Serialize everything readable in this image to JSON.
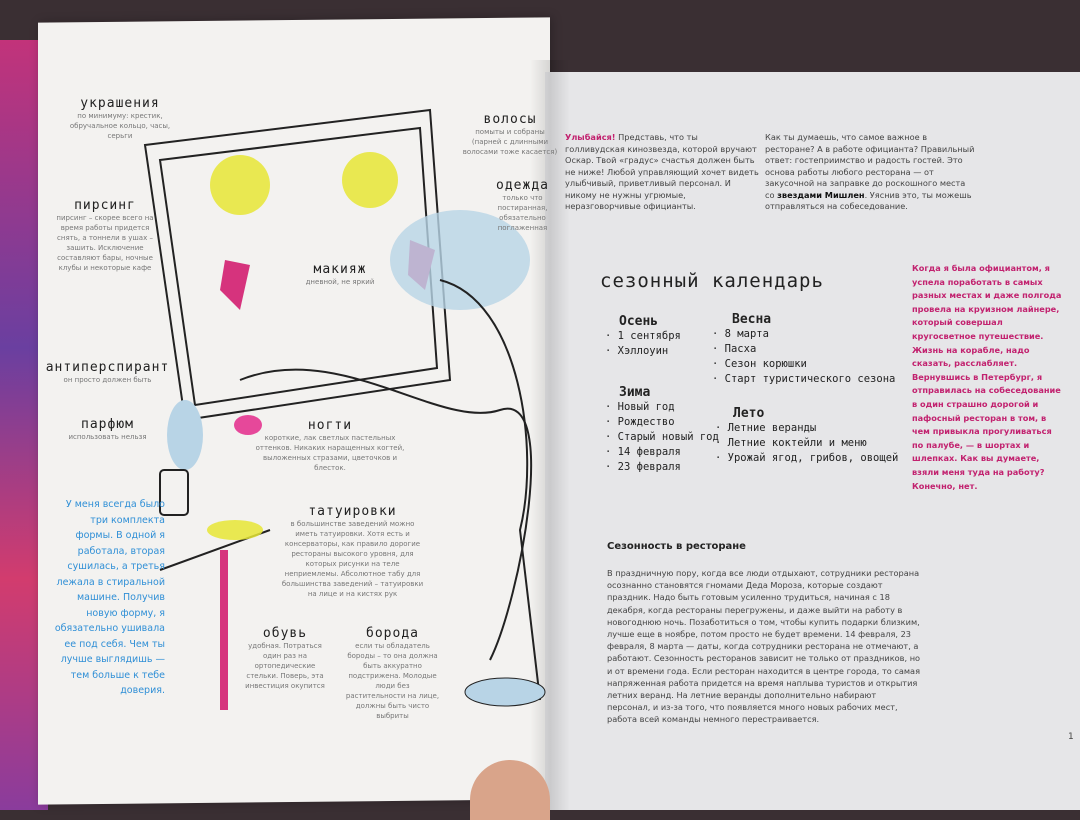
{
  "left_page": {
    "sections": [
      {
        "title": "украшения",
        "text": "по минимуму: крестик, обручальное кольцо, часы, серьги"
      },
      {
        "title": "пирсинг",
        "text": "пирсинг – скорее всего на время работы придется снять, а тоннели в ушах – зашить. Исключение составляют бары, ночные клубы и некоторые кафе"
      },
      {
        "title": "антиперспирант",
        "text": "он просто должен быть"
      },
      {
        "title": "парфюм",
        "text": "использовать нельзя"
      },
      {
        "title": "волосы",
        "text": "помыты и собраны (парней с длинными волосами тоже касается)"
      },
      {
        "title": "одежда",
        "text": "только что постиранная, обязательно поглаженная"
      },
      {
        "title": "макияж",
        "text": "дневной, не яркий"
      },
      {
        "title": "ногти",
        "text": "короткие, лак светлых пастельных оттенков. Никаких наращенных когтей, выложенных стразами, цветочков и блесток."
      },
      {
        "title": "татуировки",
        "text": "в большинстве заведений можно иметь татуировки. Хотя есть и консерваторы, как правило дорогие рестораны высокого уровня, для которых рисунки на теле неприемлемы. Абсолютное табу для большинства заведений – татуировки на лице и на кистях рук"
      },
      {
        "title": "обувь",
        "text": "удобная. Потраться один раз на ортопедические стельки. Поверь, эта инвестиция окупится"
      },
      {
        "title": "борода",
        "text": "если ты обладатель бороды – то она должна быть аккуратно подстрижена. Молодые люди без растительности на лице, должны быть чисто выбриты"
      }
    ],
    "blue_note": "У меня всегда было три комплекта формы. В одной я работала, вторая сушилась, а третья лежала в стиральной машине. Получив новую форму, я обязательно ушивала ее под себя. Чем ты лучше выглядишь — тем больше к тебе доверия."
  },
  "right_page": {
    "intro_highlight": "Улыбайся!",
    "intro_rest": " Представь, что ты голливудская кинозвезда, которой вручают Оскар. Твой «градус» счастья должен быть не ниже! Любой управляющий хочет видеть улыбчивый, приветливый персонал. И никому не нужны угрюмые, неразговорчивые официанты.",
    "col2_a": "Как ты думаешь, что самое важное в ресторане? А в работе официанта? Правильный ответ: гостеприимство и радость гостей. Это основа работы любого ресторана — от закусочной на заправке до роскошного места со ",
    "col2_bold": "звездами Мишлен",
    "col2_b": ". Уяснив это, ты можешь отправляться на собеседование.",
    "calendar": {
      "title": "сезонный календарь",
      "seasons": [
        {
          "name": "Осень",
          "items": [
            "1 сентября",
            "Хэллоуин"
          ]
        },
        {
          "name": "Весна",
          "items": [
            "8 марта",
            "Пасха",
            "Сезон корюшки",
            "Старт туристического сезона"
          ]
        },
        {
          "name": "Зима",
          "items": [
            "Новый год",
            "Рождество",
            "Старый новый год",
            "14 февраля",
            "23 февраля"
          ]
        },
        {
          "name": "Лето",
          "items": [
            "Летние веранды",
            "Летние коктейли и меню",
            "Урожай ягод, грибов, овощей"
          ]
        }
      ]
    },
    "pink_note": "Когда я была официантом, я успела поработать в самых разных местах и даже полгода провела на круизном лайнере, который совершал кругосветное путешествие. Жизнь на корабле, надо сказать, расслабляет. Вернувшись в Петербург, я отправилась на собеседование в один страшно дорогой и пафосный ресторан в том, в чем привыкла прогуливаться по палубе, — в шортах и шлепках. Как вы думаете, взяли меня туда на работу? Конечно, нет.",
    "section_title": "Сезонность в ресторане",
    "section_text": "В праздничную пору, когда все люди отдыхают, сотрудники ресторана осознанно становятся гномами Деда Мороза, которые создают праздник. Надо быть готовым усиленно трудиться, начиная с 18 декабря, когда рестораны перегружены, и даже выйти на работу в новогоднюю ночь. Позаботиться о том, чтобы купить подарки близким, лучше еще в ноябре, потом просто не будет времени. 14 февраля, 23 февраля, 8 марта — даты, когда сотрудники ресторана не отмечают, а работают. Сезонность ресторанов зависит не только от праздников, но и от времени года. Если ресторан находится в центре города, то самая напряженная работа придется на время наплыва туристов и открытия летних веранд. На летние веранды дополнительно набирают персонал, и из-за того, что появляется много новых рабочих мест, работа всей команды немного перестраивается.",
    "page_number": "1"
  },
  "colors": {
    "pink": "#c2226f",
    "blue": "#2f8fd6",
    "yellow": "#e6e635",
    "lightblue": "#b8d4e6"
  }
}
